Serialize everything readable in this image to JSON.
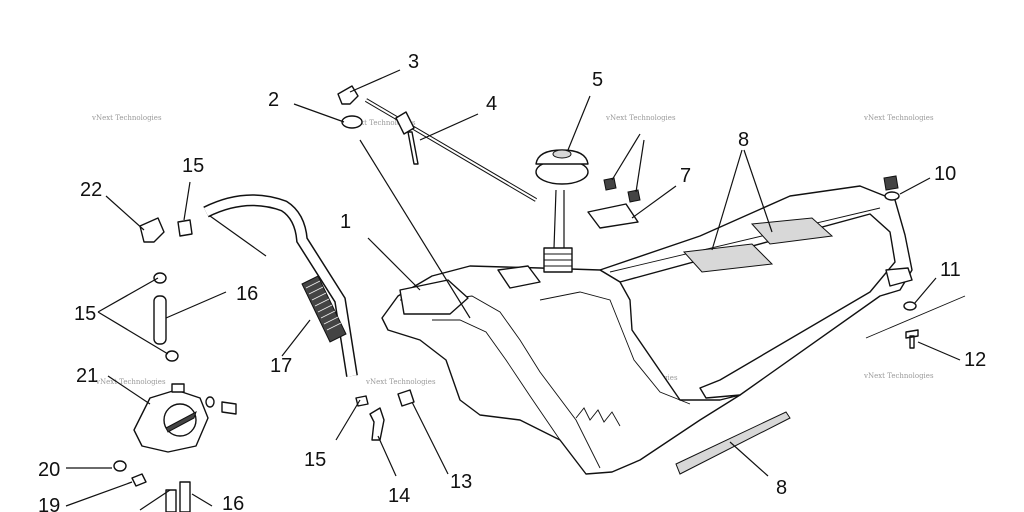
{
  "watermark": "vNext Technologies",
  "callouts": {
    "c1": "1",
    "c2": "2",
    "c3": "3",
    "c4": "4",
    "c5": "5",
    "c7": "7",
    "c8a": "8",
    "c8b": "8",
    "c10": "10",
    "c11": "11",
    "c12": "12",
    "c13": "13",
    "c14": "14",
    "c15a": "15",
    "c15b": "15",
    "c15c": "15",
    "c16a": "16",
    "c16b": "16",
    "c17": "17",
    "c19": "19",
    "c20": "20",
    "c21": "21",
    "c22": "22"
  }
}
